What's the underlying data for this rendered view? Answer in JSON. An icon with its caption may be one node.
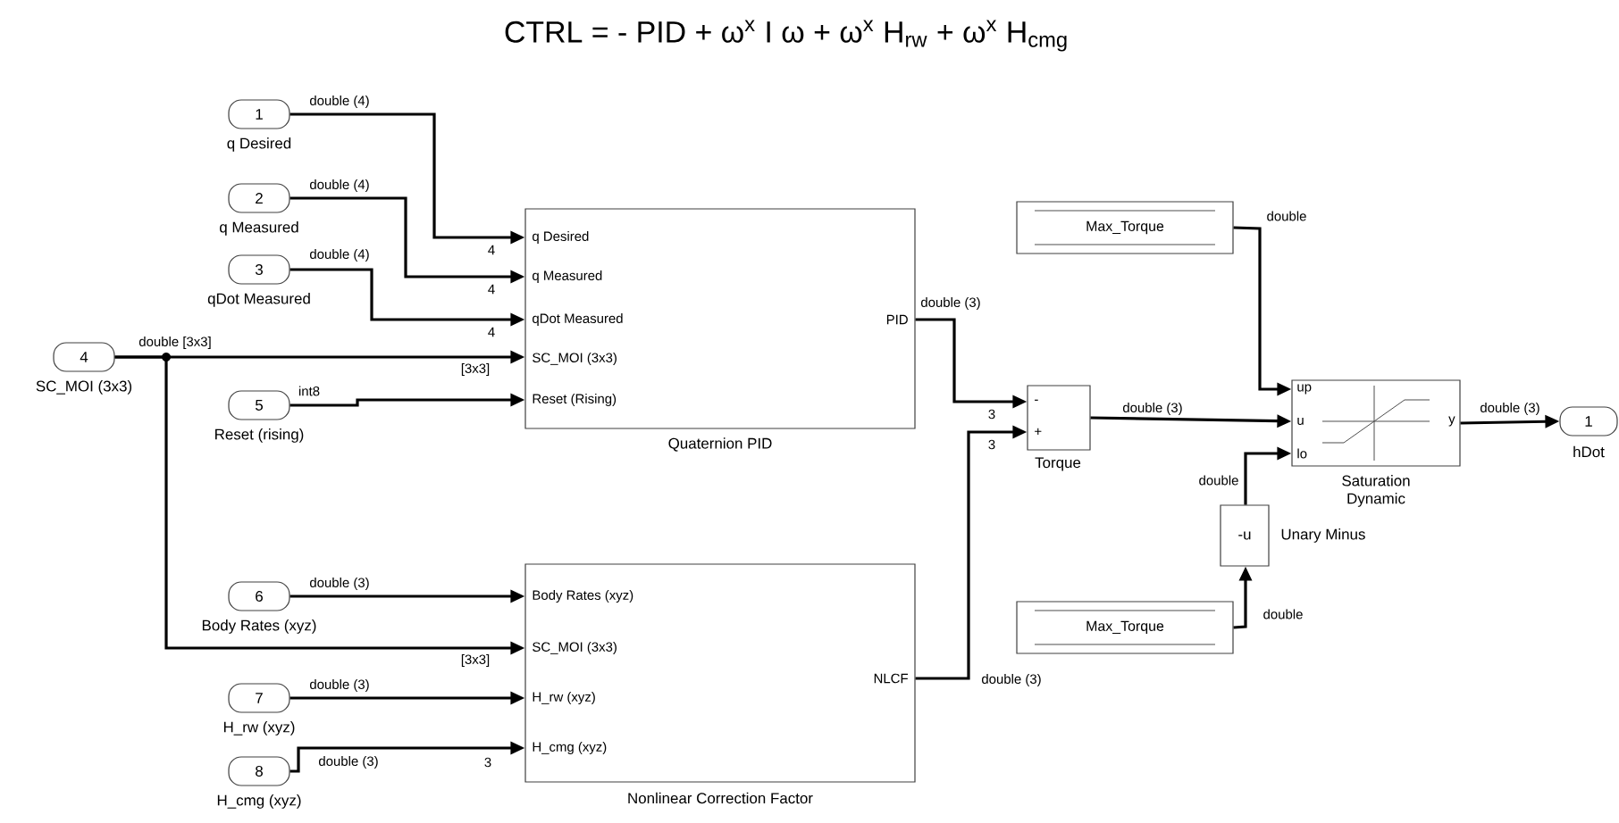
{
  "diagram": {
    "title": "CTRL = - PID + ω$^{x}$ I ω + ω$^{x}$ H$_{rw}$ + ω$^{x}$ H$_{cmg}$",
    "nodes": [
      {
        "text": [
          "1"
        ],
        "beside": [
          "q Desired"
        ]
      },
      {
        "text": [
          "2"
        ],
        "beside": [
          "q Measured"
        ]
      },
      {
        "text": [
          "3"
        ],
        "beside": [
          "qDot Measured"
        ]
      },
      {
        "text": [
          "4"
        ],
        "beside": [
          "SC_MOI (3x3)"
        ]
      },
      {
        "text": [
          "5"
        ],
        "beside": [
          "Reset (rising)"
        ]
      },
      {
        "text": [
          "6"
        ],
        "beside": [
          "Body Rates (xyz)"
        ]
      },
      {
        "text": [
          "7"
        ],
        "beside": [
          "H_rw (xyz)"
        ]
      },
      {
        "text": [
          "8"
        ],
        "beside": [
          "H_cmg (xyz)"
        ]
      },
      {
        "text": [
          "q Desired",
          "q Measured",
          "qDot Measured",
          "SC_MOI (3x3)",
          "Reset (Rising)",
          "PID"
        ],
        "beside": [
          "Quaternion PID"
        ]
      },
      {
        "text": [
          "Body Rates (xyz)",
          "SC_MOI (3x3)",
          "H_rw (xyz)",
          "H_cmg (xyz)",
          "NLCF"
        ],
        "beside": [
          "Nonlinear Correction Factor"
        ]
      },
      {
        "text": [
          "-",
          "+"
        ],
        "beside": [
          "Torque"
        ]
      },
      {
        "text": [
          "Max_Torque"
        ]
      },
      {
        "text": [
          "up",
          "u",
          "lo",
          "y"
        ],
        "beside": [
          "Saturation Dynamic"
        ]
      },
      {
        "text": [
          "-u"
        ],
        "beside": [
          "Unary Minus"
        ]
      },
      {
        "text": [
          "Max_Torque"
        ]
      },
      {
        "text": [
          "1"
        ],
        "beside": [
          "hDot"
        ]
      }
    ],
    "edges": [
      {
        "from": 0,
        "to": 8,
        "arrow": "to",
        "label": "double (4)"
      },
      {
        "from": 1,
        "to": 8,
        "arrow": "to",
        "label": "double (4)"
      },
      {
        "from": 2,
        "to": 8,
        "arrow": "to",
        "label": "double (4)"
      },
      {
        "from": 3,
        "to": 8,
        "arrow": "to",
        "label": "double [3x3]"
      },
      {
        "from": 3,
        "to": 9,
        "arrow": "to"
      },
      {
        "from": 4,
        "to": 8,
        "arrow": "to",
        "label": "int8"
      },
      {
        "from": 5,
        "to": 9,
        "arrow": "to",
        "label": "double (3)"
      },
      {
        "from": 6,
        "to": 9,
        "arrow": "to",
        "label": "double (3)"
      },
      {
        "from": 7,
        "to": 9,
        "arrow": "to",
        "label": "double (3)"
      },
      {
        "from": 8,
        "to": 10,
        "arrow": "to",
        "label": "double (3)"
      },
      {
        "from": 9,
        "to": 10,
        "arrow": "to",
        "label": "double (3)"
      },
      {
        "from": 10,
        "to": 12,
        "arrow": "to",
        "label": "double (3)"
      },
      {
        "from": 11,
        "to": 12,
        "arrow": "to",
        "label": "double"
      },
      {
        "from": 14,
        "to": 13,
        "arrow": "to",
        "label": "double"
      },
      {
        "from": 13,
        "to": 12,
        "arrow": "to",
        "label": "double"
      },
      {
        "from": 12,
        "to": 15,
        "arrow": "to",
        "label": "double (3)"
      }
    ],
    "labels": [
      "4",
      "4",
      "4",
      "[3x3]",
      "3",
      "3",
      "[3x3]",
      "3"
    ]
  }
}
